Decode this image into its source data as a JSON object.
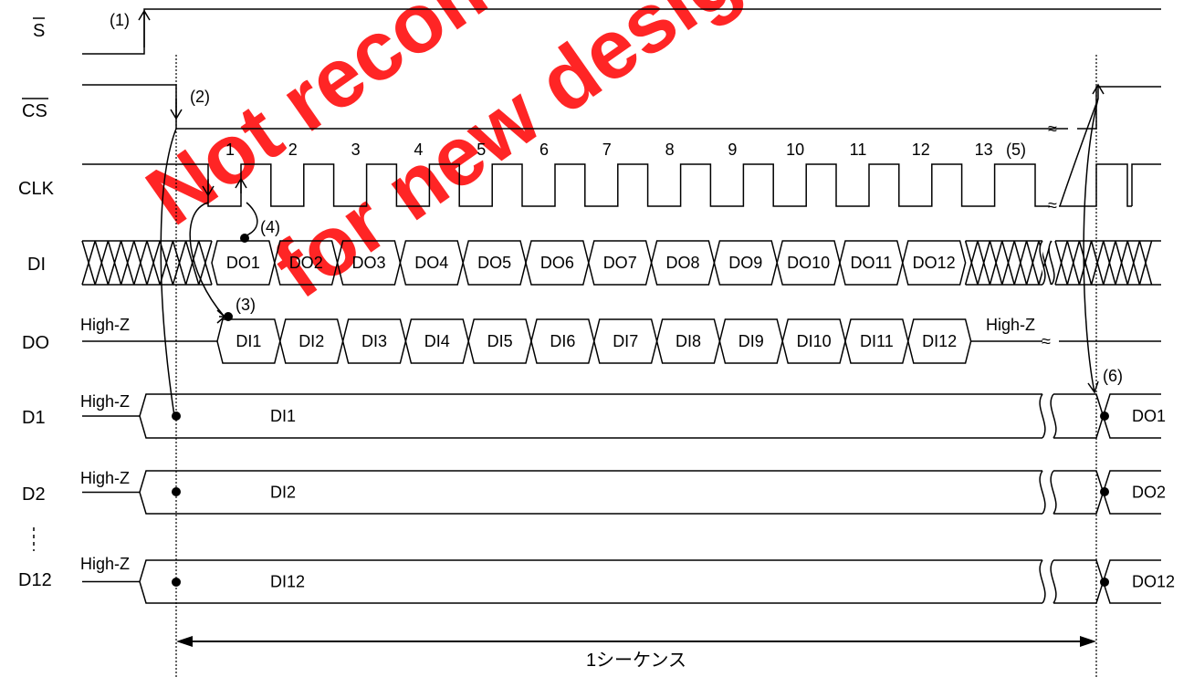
{
  "signals": [
    {
      "id": "s",
      "label": "S",
      "overbar": true
    },
    {
      "id": "cs",
      "label": "CS",
      "overbar": true
    },
    {
      "id": "clk",
      "label": "CLK"
    },
    {
      "id": "di",
      "label": "DI"
    },
    {
      "id": "do",
      "label": "DO"
    },
    {
      "id": "d1",
      "label": "D1"
    },
    {
      "id": "d2",
      "label": "D2"
    },
    {
      "id": "d12",
      "label": "D12"
    }
  ],
  "clock_numbers": [
    "1",
    "2",
    "3",
    "4",
    "5",
    "6",
    "7",
    "8",
    "9",
    "10",
    "11",
    "12",
    "13"
  ],
  "di_cells": [
    "DO1",
    "DO2",
    "DO3",
    "DO4",
    "DO5",
    "DO6",
    "DO7",
    "DO8",
    "DO9",
    "DO10",
    "DO11",
    "DO12"
  ],
  "do_cells": [
    "DI1",
    "DI2",
    "DI3",
    "DI4",
    "DI5",
    "DI6",
    "DI7",
    "DI8",
    "DI9",
    "DI10",
    "DI11",
    "DI12"
  ],
  "markers": [
    "(1)",
    "(2)",
    "(3)",
    "(4)",
    "(5)",
    "(6)"
  ],
  "high_z": "High-Z",
  "outputs": [
    {
      "in": "DI1",
      "out": "DO1"
    },
    {
      "in": "DI2",
      "out": "DO2"
    },
    {
      "in": "DI12",
      "out": "DO12"
    }
  ],
  "sequence_label": "1シーケンス",
  "watermark": [
    "Not recommended",
    "for new design"
  ],
  "colors": {
    "line": "#000000",
    "watermark": "#ff1a1a"
  }
}
